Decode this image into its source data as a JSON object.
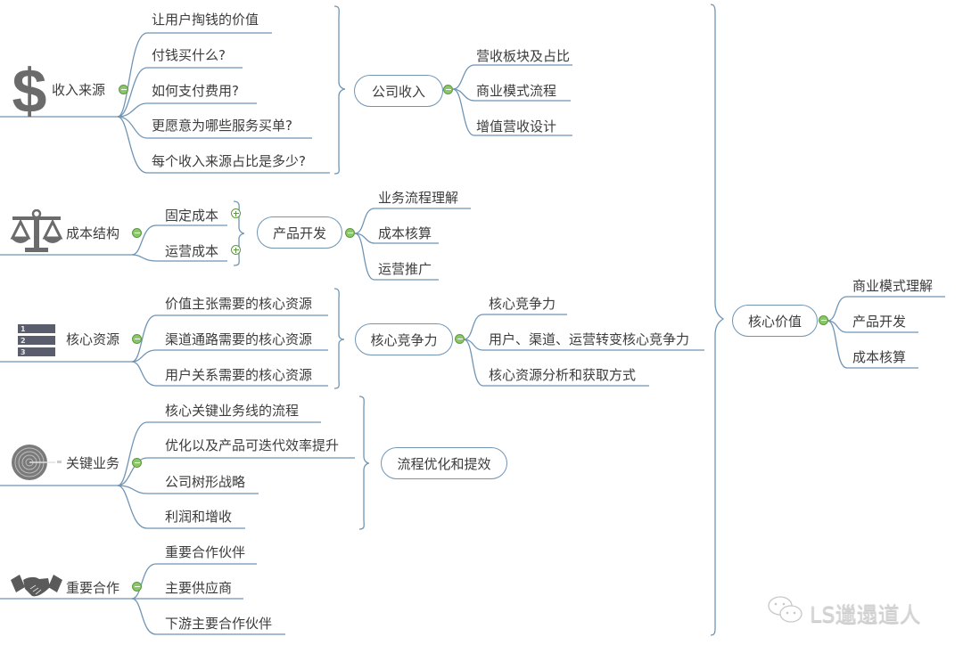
{
  "colors": {
    "line": "#6f95b5",
    "toggle": "#8bc66a",
    "icon": "#6b6b6b",
    "text": "#3c3c3c"
  },
  "branches": [
    {
      "label": "收入来源",
      "icon": "dollar-icon",
      "children": [
        "让用户掏钱的价值",
        "付钱买什么?",
        "如何支付费用?",
        "更愿意为哪些服务买单?",
        "每个收入来源占比是多少?"
      ],
      "summary": {
        "label": "公司收入",
        "children": [
          "营收板块及占比",
          "商业模式流程",
          "增值营收设计"
        ]
      }
    },
    {
      "label": "成本结构",
      "icon": "scales-icon",
      "children": [
        "固定成本",
        "运营成本"
      ],
      "summary": {
        "label": "产品开发",
        "children": [
          "业务流程理解",
          "成本核算",
          "运营推广"
        ]
      }
    },
    {
      "label": "核心资源",
      "icon": "numbered-list-icon",
      "children": [
        "价值主张需要的核心资源",
        "渠道通路需要的核心资源",
        "用户关系需要的核心资源"
      ],
      "summary": {
        "label": "核心竞争力",
        "children": [
          "核心竞争力",
          "用户、渠道、运营转变核心竞争力",
          "核心资源分析和获取方式"
        ]
      }
    },
    {
      "label": "关键业务",
      "icon": "target-icon",
      "children": [
        "核心关键业务线的流程",
        "优化以及产品可迭代效率提升",
        "公司树形战略",
        "利润和增收"
      ],
      "summary": {
        "label": "流程优化和提效",
        "children": []
      }
    },
    {
      "label": "重要合作",
      "icon": "handshake-icon",
      "children": [
        "重要合作伙伴",
        "主要供应商",
        "下游主要合作伙伴"
      ]
    }
  ],
  "overall_summary": {
    "label": "核心价值",
    "children": [
      "商业模式理解",
      "产品开发",
      "成本核算"
    ]
  },
  "watermark": {
    "icon": "wechat-icon",
    "text": "LS邋遢道人"
  }
}
